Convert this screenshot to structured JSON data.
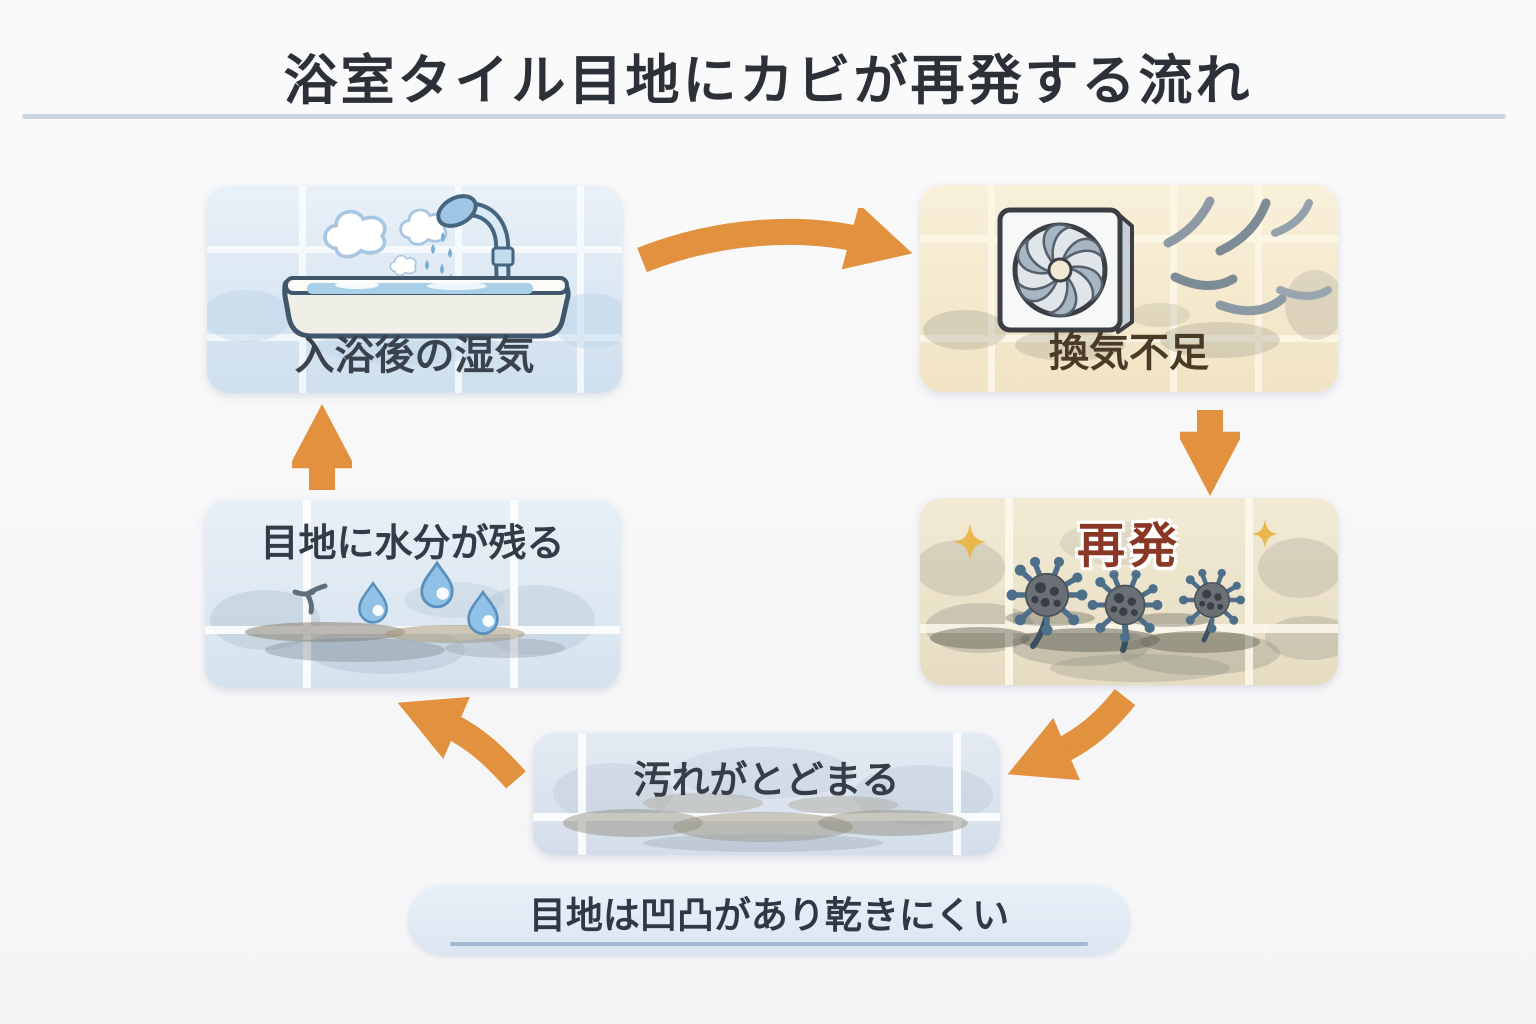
{
  "title": {
    "text": "浴室タイル目地にカビが再発する流れ"
  },
  "flow": {
    "nodes": [
      {
        "id": "bath-humidity",
        "label": "入浴後の湿気"
      },
      {
        "id": "poor-ventilation",
        "label": "換気不足"
      },
      {
        "id": "recurrence",
        "label": "再発"
      },
      {
        "id": "dirt-stays",
        "label": "汚れがとどまる"
      },
      {
        "id": "moisture-remains",
        "label": "目地に水分が残る"
      }
    ],
    "edges": [
      {
        "from": "bath-humidity",
        "to": "poor-ventilation"
      },
      {
        "from": "poor-ventilation",
        "to": "recurrence"
      },
      {
        "from": "recurrence",
        "to": "dirt-stays"
      },
      {
        "from": "dirt-stays",
        "to": "moisture-remains"
      },
      {
        "from": "moisture-remains",
        "to": "bath-humidity"
      }
    ],
    "note": "目地は凹凸があり乾きにくい"
  },
  "icons": {
    "node0": [
      "steam-icon",
      "shower-head-icon",
      "bathtub-icon"
    ],
    "node1": [
      "exhaust-fan-icon",
      "airflow-lines-icon"
    ],
    "node2": [
      "sparkle-icon",
      "mold-spore-icon"
    ],
    "node4": [
      "grout-crack-icon",
      "water-droplet-icon"
    ]
  },
  "colors": {
    "arrow": "#e2913e",
    "title_text": "#2b3137",
    "recurrence_text": "#8a3726",
    "ventilation_text": "#4a3a26",
    "label_text": "#39424d",
    "sparkle": "#e8b84d",
    "mold_spore_body": "#6b7076",
    "mold_spore_spike": "#4e6f8a",
    "droplet": "#8fc2e6",
    "pill_underline": "#a3b9cf"
  }
}
